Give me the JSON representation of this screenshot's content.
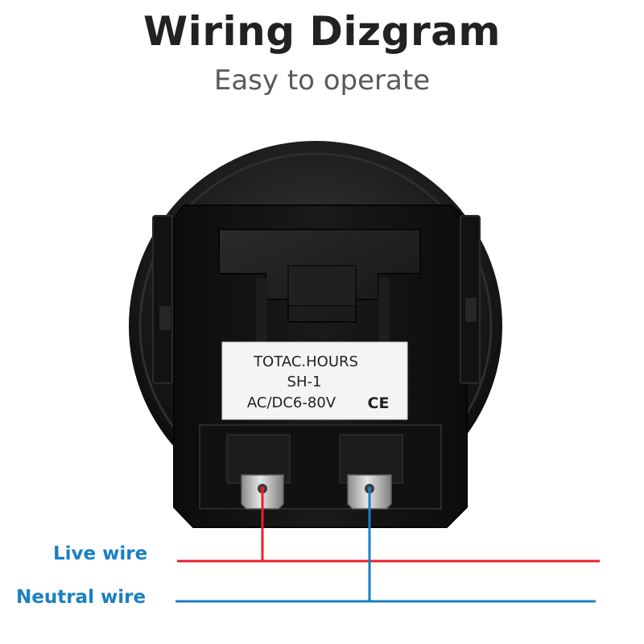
{
  "header": {
    "title": "Wiring Dizgram",
    "subtitle": "Easy to operate"
  },
  "device_label": {
    "line1": "TOTAC.HOURS",
    "line2": "SH-1",
    "line3": "AC/DC6-80V",
    "mark": "CE"
  },
  "wires": {
    "live": {
      "label": "Live wire",
      "color": "#e8202a",
      "label_color": "#1a7fc1"
    },
    "neutral": {
      "label": "Neutral wire",
      "color": "#1a7fc1",
      "label_color": "#1a7fc1"
    }
  }
}
